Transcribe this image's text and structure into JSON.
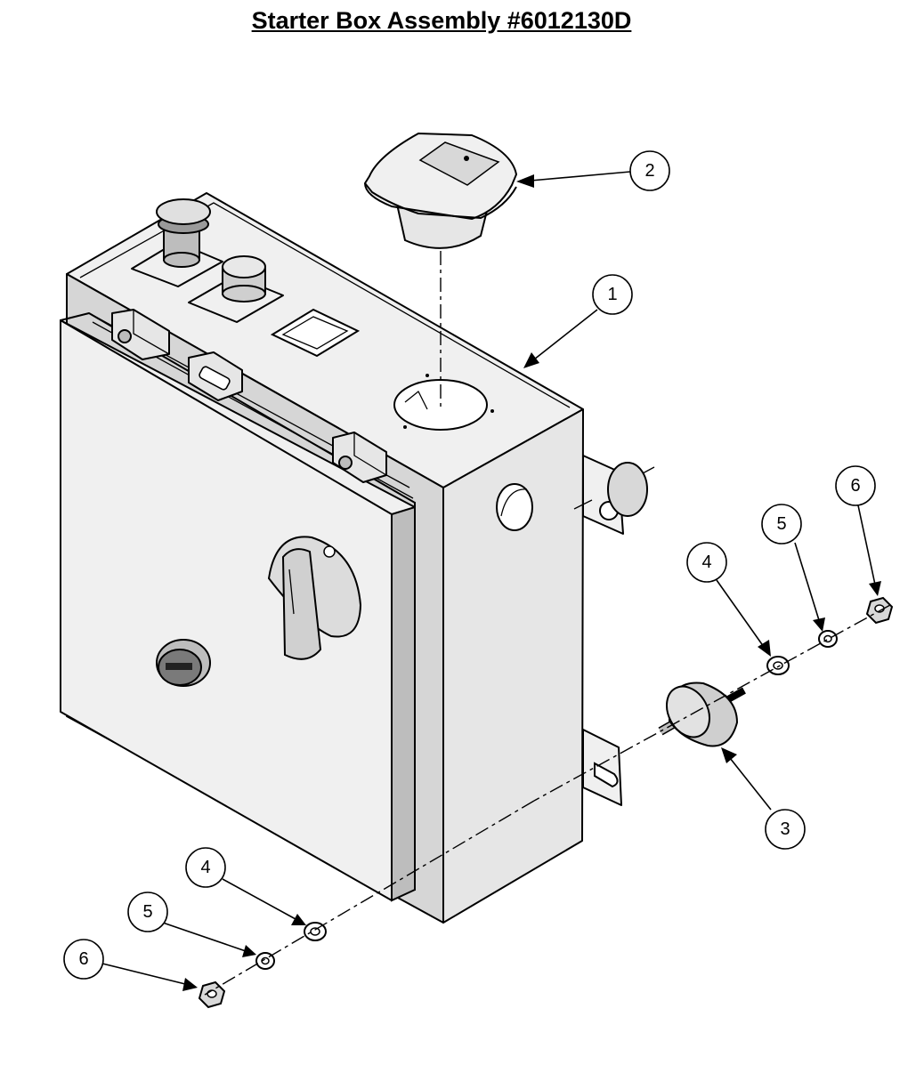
{
  "title": "Starter Box Assembly #6012130D",
  "callouts": {
    "c1": "1",
    "c2": "2",
    "c3": "3",
    "c4_right": "4",
    "c5_right": "5",
    "c6_right": "6",
    "c4_left": "4",
    "c5_left": "5",
    "c6_left": "6"
  }
}
